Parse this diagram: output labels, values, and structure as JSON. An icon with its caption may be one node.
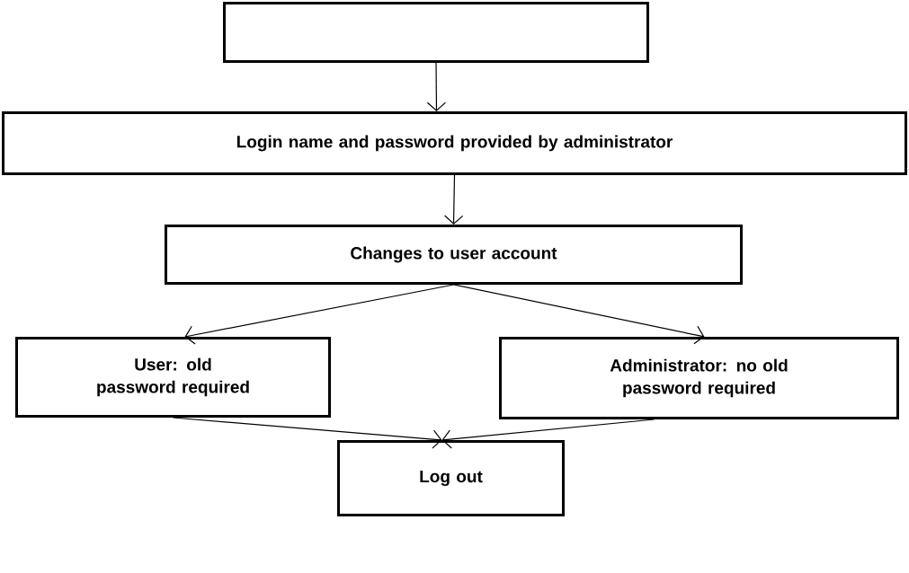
{
  "diagram": {
    "nodes": [
      {
        "text": [],
        "shape": "box"
      },
      {
        "text": [
          "Login name and password provided by administrator"
        ]
      },
      {
        "text": [
          "Changes to user account"
        ]
      },
      {
        "text": [
          "User: old password required"
        ]
      },
      {
        "text": [
          "Administrator: no old password required"
        ]
      },
      {
        "text": [
          "Log out"
        ]
      }
    ],
    "edges": [
      {
        "from": 0,
        "to": 1,
        "arrow": "to"
      },
      {
        "from": 1,
        "to": 2,
        "arrow": "to"
      },
      {
        "from": 2,
        "to": 3,
        "arrow": "to"
      },
      {
        "from": 2,
        "to": 4,
        "arrow": "to"
      },
      {
        "from": 3,
        "to": 5,
        "arrow": "to"
      },
      {
        "from": 4,
        "to": 5,
        "arrow": "to"
      }
    ]
  }
}
